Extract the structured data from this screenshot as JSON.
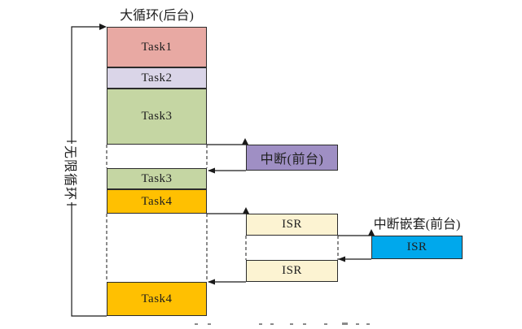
{
  "diagram": {
    "title": "大循环(后台)",
    "loop_label": "无限循环",
    "nested_interrupt_label": "中断嵌套(前台)",
    "background_tasks": [
      {
        "label": "Task1",
        "color": "#e8a9a3"
      },
      {
        "label": "Task2",
        "color": "#dad5e8"
      },
      {
        "label": "Task3",
        "color": "#c5d6a3"
      },
      {
        "label": "Task3",
        "color": "#c5d6a3"
      },
      {
        "label": "Task4",
        "color": "#ffc001"
      },
      {
        "label": "Task4",
        "color": "#ffc001"
      }
    ],
    "interrupt_box": {
      "label": "中断(前台)",
      "color": "#9f8fc4"
    },
    "isr_first": {
      "label": "ISR",
      "color": "#fcf3d2"
    },
    "isr_nested": {
      "label": "ISR",
      "color": "#00a8ec"
    },
    "isr_second": {
      "label": "ISR",
      "color": "#fcf3d2"
    },
    "line_color": "#1a1a1a"
  }
}
